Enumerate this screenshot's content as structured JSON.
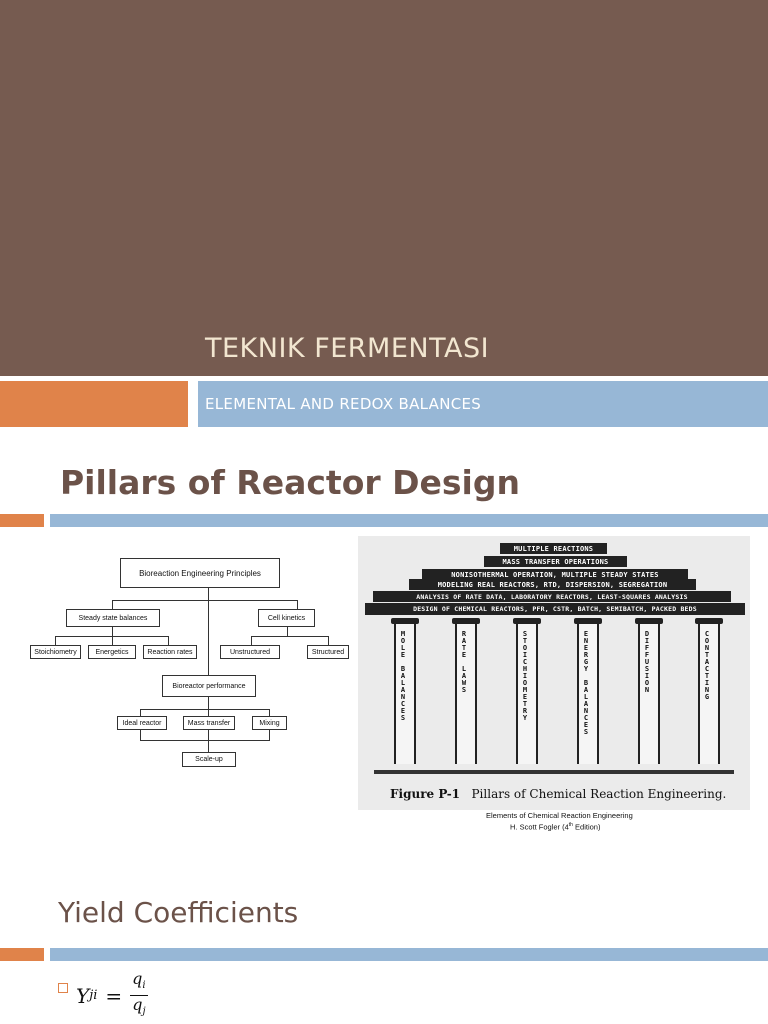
{
  "slide1": {
    "title": "TEKNIK FERMENTASI",
    "subtitle": "ELEMENTAL AND REDOX BALANCES",
    "colors": {
      "band": "#765b50",
      "accent_orange": "#e0834a",
      "accent_blue": "#97b7d6"
    }
  },
  "slide2": {
    "title": "Pillars of Reactor Design",
    "org_chart": {
      "root": "Bioreaction Engineering Principles",
      "steady": "Steady state balances",
      "kinetics": "Cell kinetics",
      "stoich": "Stoichiometry",
      "energetics": "Energetics",
      "rates": "Reaction rates",
      "unstructured": "Unstructured",
      "structured": "Structured",
      "performance": "Bioreactor performance",
      "ideal": "Ideal reactor",
      "mass": "Mass transfer",
      "mixing": "Mixing",
      "scaleup": "Scale-up"
    },
    "pillars": {
      "tiers": [
        "MULTIPLE REACTIONS",
        "MASS TRANSFER OPERATIONS",
        "NONISOTHERMAL OPERATION, MULTIPLE STEADY STATES",
        "MODELING REAL REACTORS, RTD, DISPERSION, SEGREGATION",
        "ANALYSIS OF RATE DATA, LABORATORY REACTORS, LEAST-SQUARES ANALYSIS",
        "DESIGN OF CHEMICAL REACTORS, PFR, CSTR, BATCH, SEMIBATCH, PACKED BEDS"
      ],
      "columns": [
        "MOLE BALANCES",
        "RATE LAWS",
        "STOICHIOMETRY",
        "ENERGY BALANCES",
        "DIFFUSION",
        "CONTACTING"
      ],
      "caption_label": "Figure P-1",
      "caption_text": "Pillars of Chemical Reaction Engineering."
    },
    "citation": {
      "book": "Elements of Chemical Reaction Engineering",
      "author": "H. Scott Fogler (4",
      "sup": "th",
      "edition": " Edition)"
    }
  },
  "slide3": {
    "title": "Yield Coefficients",
    "equation": {
      "lhs": "Y",
      "lhs_sub": "ji",
      "eq": "=",
      "num": "q",
      "num_sub": "i",
      "den": "q",
      "den_sub": "j"
    }
  }
}
